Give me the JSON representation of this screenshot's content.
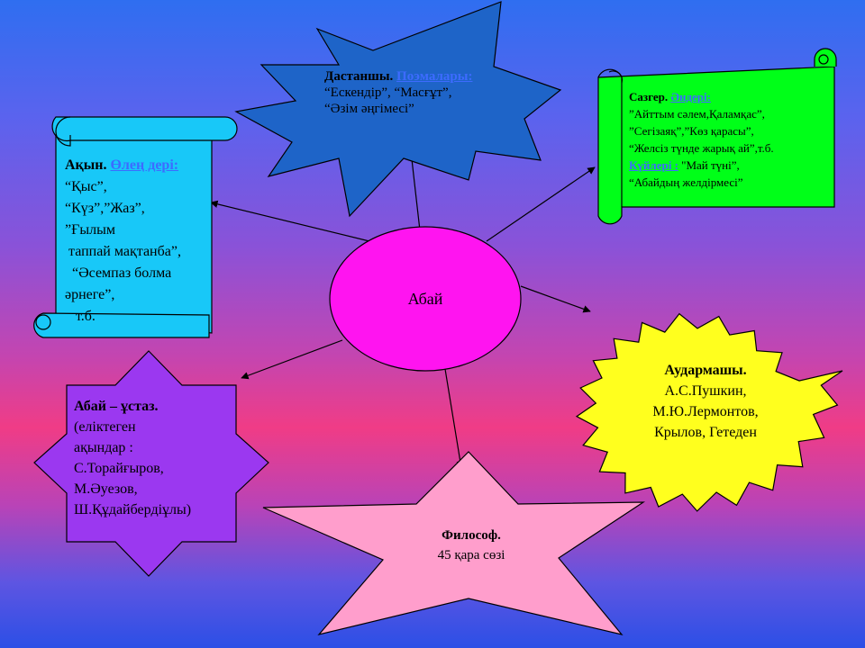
{
  "center": {
    "label": "Абай"
  },
  "dastanshy": {
    "title": "Дастаншы.",
    "link": "Поэмалары:",
    "lines": [
      "“Ескендір”, “Масғұт”,",
      "“Әзім әңгімесі”"
    ]
  },
  "akyn": {
    "title": "Ақын.",
    "link": "Өлең дері:",
    "lines": [
      "“Қыс”,",
      "“Күз”,”Жаз”,",
      "”Ғылым",
      " таппай мақтанба”,",
      "  “Әсемпаз болма",
      "әрнеге”,",
      "   т.б."
    ]
  },
  "sazger": {
    "title": "Сазгер.",
    "link": "Әндері:",
    "lines": [
      "”Айттым сәлем,Қаламқас”,",
      "”Сегізаяқ”,”Көз қарасы”,",
      "“Желсіз түнде жарық ай”,т.б."
    ],
    "link2": "Күйлері :",
    "kui_line": " \"Май түні”,",
    "last_line": "“Абайдың желдірмесі”"
  },
  "audarmashy": {
    "title": "Аудармашы.",
    "lines": [
      "А.С.Пушкин,",
      "М.Ю.Лермонтов,",
      "Крылов, Гетеден"
    ]
  },
  "ustaz": {
    "title": "Абай – ұстаз.",
    "lines": [
      "(еліктеген",
      "ақындар :",
      "С.Торайғыров,",
      "М.Әуезов,",
      "Ш.Құдайбердіұлы)"
    ]
  },
  "filosof": {
    "title": "Философ.",
    "line": "45 қара сөзі"
  },
  "colors": {
    "center": "#ff14f0",
    "dastanshy": "#1e64c8",
    "akyn": "#18c8f8",
    "sazger": "#00ff18",
    "audarmashy": "#ffff1e",
    "ustaz": "#9b38f0",
    "filosof": "#ff9ecc"
  }
}
